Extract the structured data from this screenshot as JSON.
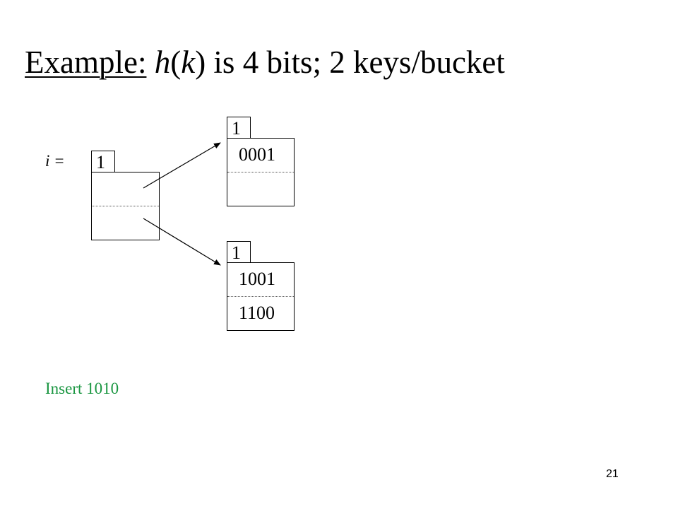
{
  "title": {
    "prefix": "Example:",
    "h": "h",
    "open": "(",
    "k": "k",
    "rest": ") is 4 bits; 2 keys/bucket"
  },
  "directory": {
    "i_label": "i =",
    "global_depth": "1"
  },
  "buckets": [
    {
      "local_depth": "1",
      "keys": [
        "0001",
        ""
      ]
    },
    {
      "local_depth": "1",
      "keys": [
        "1001",
        "1100"
      ]
    }
  ],
  "instruction": "Insert 1010",
  "instruction_color": "#1a9641",
  "page_number": "21"
}
